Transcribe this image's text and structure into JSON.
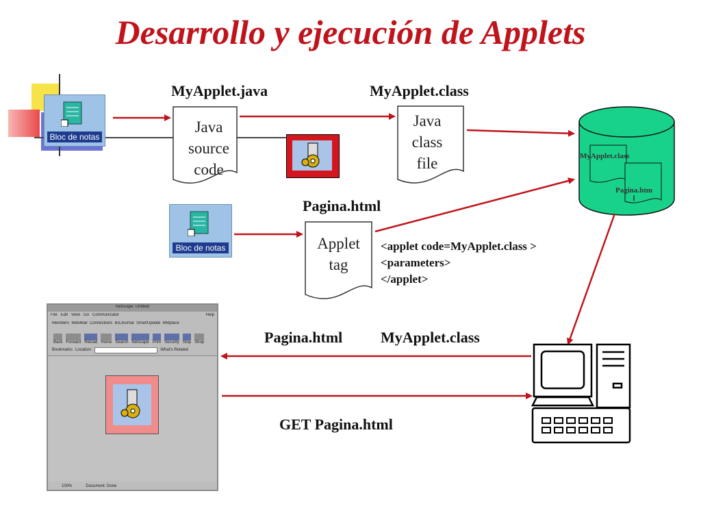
{
  "title": "Desarrollo y ejecución de Applets",
  "editor_icon": {
    "label": "Bloc de notas",
    "icon": "notepad-icon"
  },
  "files": {
    "java_source": {
      "filename": "MyApplet.java",
      "text": [
        "Java",
        "source",
        "code"
      ]
    },
    "class_file": {
      "filename": "MyApplet.class",
      "text": [
        "Java",
        "class",
        "file"
      ]
    },
    "html_file": {
      "filename": "Pagina.html",
      "text": [
        "Applet",
        "tag"
      ]
    }
  },
  "compiler_icon": "java-compiler-icon",
  "applet_code": [
    "<applet code=MyApplet.class >",
    "<parameters>",
    "</applet>"
  ],
  "server": {
    "file1": "MyApplet.class",
    "file2": "Pagina.htm",
    "file2_tail": "l"
  },
  "response": {
    "html": "Pagina.html",
    "class": "MyApplet.class"
  },
  "request": "GET Pagina.html",
  "browser": {
    "title": "Netscape: Untitled",
    "menu": [
      "File",
      "Edit",
      "View",
      "Go",
      "Communicator"
    ],
    "help": "Help",
    "personal_toolbar": [
      "Members",
      "WebMail",
      "Connections",
      "BizJournal",
      "SmartUpdate",
      "Mktplace"
    ],
    "nav_buttons": [
      "Back",
      "Forward",
      "Reload",
      "Home",
      "Search",
      "Netscape",
      "Print",
      "Security",
      "Stop",
      "Shop"
    ],
    "bookmarks": "Bookmarks",
    "location": "Location:",
    "whats_related": "What's Related",
    "status_percent": "100%",
    "status_text": "Document: Done"
  },
  "colors": {
    "title": "#c0141c",
    "arrow": "#c0141c",
    "database": "#19d28a",
    "icon_bg": "#9fc3e6"
  }
}
